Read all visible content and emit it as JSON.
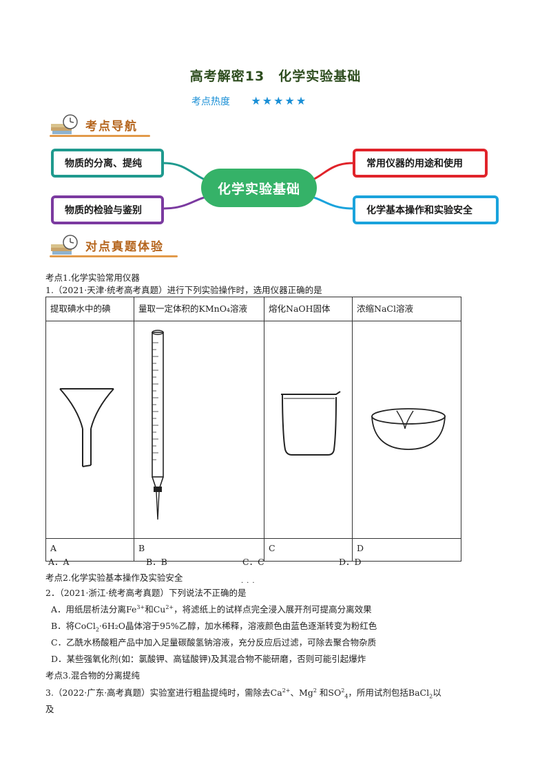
{
  "title": "高考解密13　化学实验基础",
  "heat": {
    "label": "考点热度",
    "stars": "★★★★★"
  },
  "sections": {
    "nav": "考点导航",
    "practice": "对点真题体验"
  },
  "mindmap": {
    "center": "化学实验基础",
    "left": [
      "物质的分离、提纯",
      "物质的检验与鉴别"
    ],
    "right": [
      "常用仪器的用途和使用",
      "化学基本操作和实验安全"
    ],
    "colors": {
      "teal": "#1f9a8e",
      "purple": "#7b3aa0",
      "red": "#e0232a",
      "blue": "#1aa3dc",
      "green": "#35b268"
    }
  },
  "topic1": "考点1.化学实验常用仪器",
  "q1": {
    "stem": "1.（2021·天津·统考高考真题）进行下列实验操作时，选用仪器正确的是",
    "headers": [
      "提取碘水中的碘",
      "量取一定体积的KMnO₄溶液",
      "熔化NaOH固体",
      "浓缩NaCl溶液"
    ],
    "labels": [
      "A",
      "B",
      "C",
      "D"
    ],
    "images": [
      "funnel-icon",
      "burette-icon",
      "beaker-icon",
      "evaporating-dish-icon"
    ],
    "options": [
      "A．A",
      "B．B",
      "C．C",
      "D．D"
    ]
  },
  "topic2": "考点2.化学实验基本操作及实验安全",
  "q2": {
    "stem": "2．（2021·浙江·统考高考真题）下列说法不正确的是",
    "emphasis": "不正确",
    "options": [
      {
        "pre": "A．用纸层析法分离Fe",
        "sup1": "3+",
        "mid": "和Cu",
        "sup2": "2+",
        "post": "，将滤纸上的试样点完全浸入展开剂可提高分离效果"
      },
      {
        "pre": "B．将CoCl",
        "sub": "2",
        "post": "·6H₂O晶体溶于95%乙醇，加水稀释，溶液颜色由蓝色逐渐转变为粉红色"
      },
      {
        "text": "C．乙酰水杨酸粗产品中加入足量碳酸氢钠溶液，充分反应后过滤，可除去聚合物杂质"
      },
      {
        "text": "D．某些强氧化剂(如：氯酸钾、高锰酸钾)及其混合物不能研磨，否则可能引起爆炸"
      }
    ]
  },
  "topic3": "考点3.混合物的分离提纯",
  "q3": {
    "pre": "3.（2022·广东·高考真题）实验室进行粗盐提纯时，需除去Ca",
    "sup1": "2+",
    "mid1": "、Mg",
    "sup2": "2",
    "mid2": " 和SO",
    "sup3": "2",
    "sub3": "4",
    "mid3": "，所用试剂包括BaCl",
    "sub4": "2",
    "post": "以",
    "line2": "及"
  }
}
